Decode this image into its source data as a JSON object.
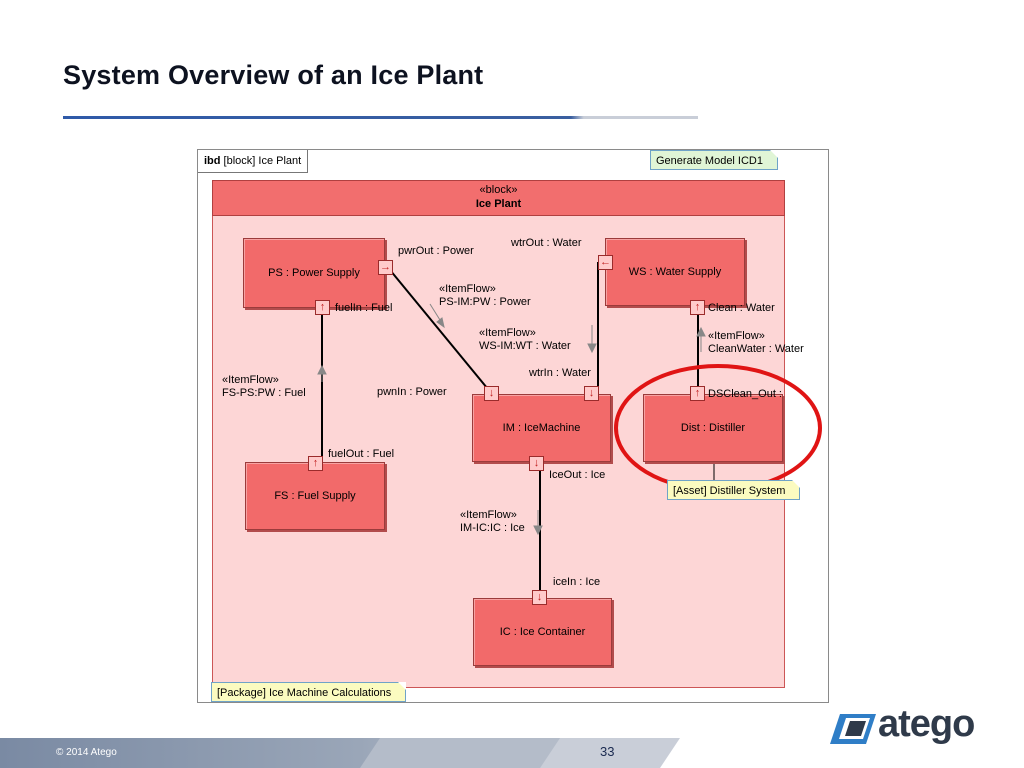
{
  "slide": {
    "title": "System Overview of an Ice Plant",
    "copyright": "© 2014 Atego",
    "page_number": "33",
    "logo_text": "atego"
  },
  "diagram": {
    "frame_label_kind": "ibd",
    "frame_label_rest": " [block] Ice Plant",
    "note_top": "Generate Model ICD1",
    "note_bottom": "[Package] Ice Machine Calculations",
    "note_asset": "[Asset] Distiller System",
    "block": {
      "stereotype": "«block»",
      "name": "Ice Plant"
    },
    "parts": {
      "ps": "PS : Power Supply",
      "ws": "WS : Water Supply",
      "im": "IM : IceMachine",
      "dist": "Dist : Distiller",
      "fs": "FS : Fuel Supply",
      "ic": "IC : Ice Container"
    },
    "port_labels": {
      "pwr_out": "pwrOut : Power",
      "wtr_out": "wtrOut : Water",
      "fuel_in": "fuelIn : Fuel",
      "clean": "Clean : Water",
      "pwn_in": "pwnIn : Power",
      "wtr_in": "wtrIn : Water",
      "ds_clean_out": "DSClean_Out :",
      "fuel_out": "fuelOut : Fuel",
      "ice_out": "IceOut : Ice",
      "ice_in": "iceIn : Ice"
    },
    "item_flows": {
      "ps_im": {
        "stereo": "«ItemFlow»",
        "name": "PS-IM:PW : Power"
      },
      "ws_im": {
        "stereo": "«ItemFlow»",
        "name": "WS-IM:WT : Water"
      },
      "fs_ps": {
        "stereo": "«ItemFlow»",
        "name": "FS-PS:PW : Fuel"
      },
      "clean_water": {
        "stereo": "«ItemFlow»",
        "name": "CleanWater : Water"
      },
      "im_ic": {
        "stereo": "«ItemFlow»",
        "name": "IM-IC:IC : Ice"
      }
    },
    "colors": {
      "block_fill": "#fdd6d6",
      "part_fill": "#f26a6a",
      "highlight_circle": "#e01414",
      "title_rule": "#2f5aa8"
    }
  }
}
